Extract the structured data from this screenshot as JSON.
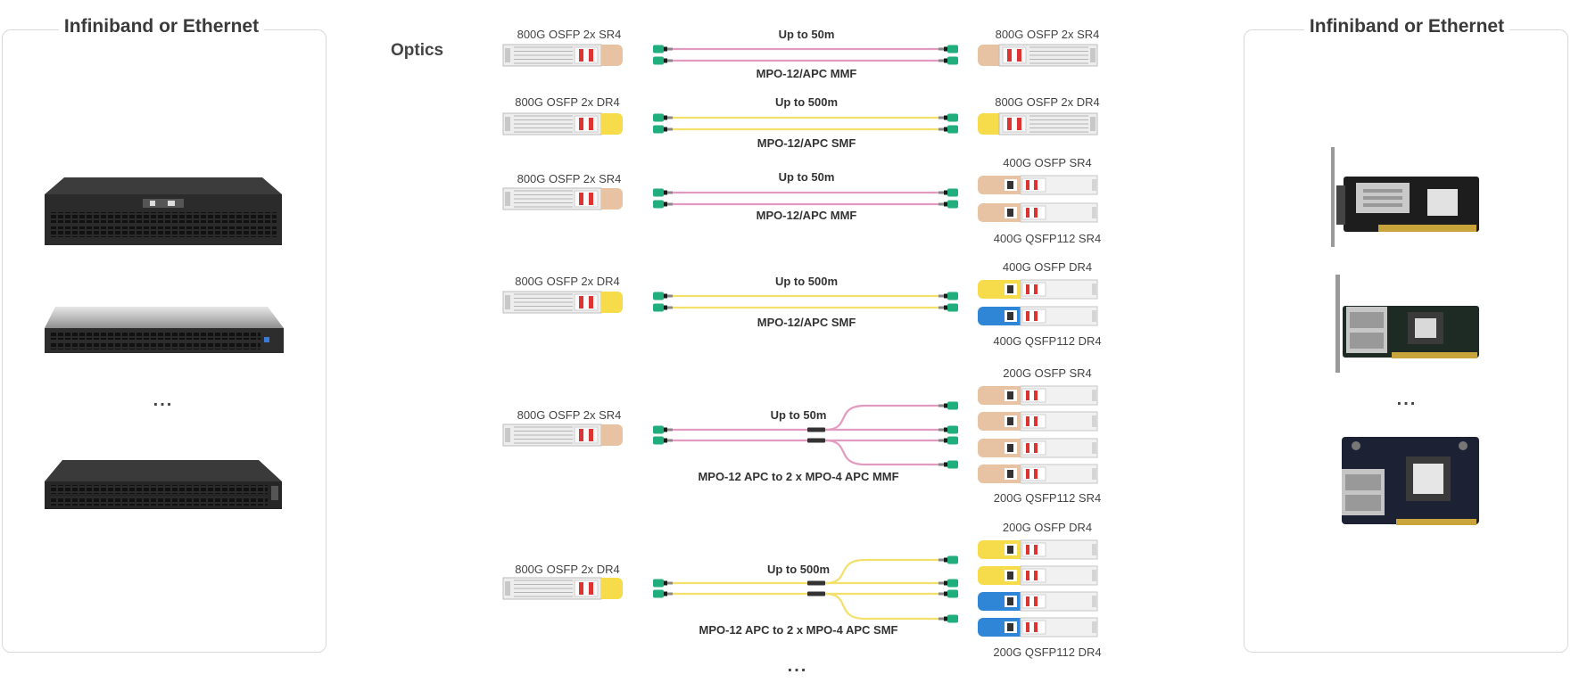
{
  "left_panel": {
    "title": "Infiniband or Ethernet",
    "ellipsis": "..."
  },
  "right_panel": {
    "title": "Infiniband or Ethernet",
    "ellipsis": "..."
  },
  "optics_label": "Optics",
  "bottom_ellipsis": "...",
  "links": [
    {
      "left_module": "800G OSFP 2x SR4",
      "distance": "Up to 50m",
      "cable": "MPO-12/APC MMF",
      "right_top": "800G OSFP 2x SR4",
      "right_bottom": ""
    },
    {
      "left_module": "800G OSFP 2x DR4",
      "distance": "Up to 500m",
      "cable": "MPO-12/APC SMF",
      "right_top": "800G OSFP 2x DR4",
      "right_bottom": ""
    },
    {
      "left_module": "800G OSFP 2x SR4",
      "distance": "Up to 50m",
      "cable": "MPO-12/APC MMF",
      "right_top": "400G OSFP SR4",
      "right_bottom": "400G QSFP112 SR4"
    },
    {
      "left_module": "800G OSFP 2x DR4",
      "distance": "Up to 500m",
      "cable": "MPO-12/APC SMF",
      "right_top": "400G OSFP DR4",
      "right_bottom": "400G QSFP112 DR4"
    },
    {
      "left_module": "800G OSFP 2x SR4",
      "distance": "Up to 50m",
      "cable": "MPO-12 APC to 2 x MPO-4 APC MMF",
      "right_top": "200G OSFP SR4",
      "right_bottom": "200G QSFP112 SR4"
    },
    {
      "left_module": "800G OSFP 2x DR4",
      "distance": "Up to 500m",
      "cable": "MPO-12 APC to 2 x MPO-4 APC SMF",
      "right_top": "200G OSFP DR4",
      "right_bottom": "200G QSFP112 DR4"
    }
  ],
  "colors": {
    "mmf": "#e39ac0",
    "smf": "#f3e06a",
    "connector": "#1fae7c",
    "sr_handle": "#e8c3a3",
    "dr_handle": "#f6dc4a",
    "qsfp_handle": "#2f86d6"
  }
}
